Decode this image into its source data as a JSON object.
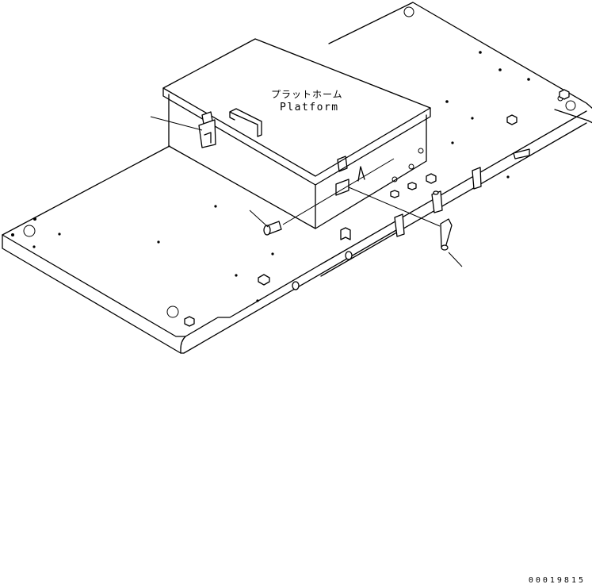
{
  "labels": {
    "jp": "プラットホーム",
    "en": "Platform"
  },
  "drawing_code": "00019815"
}
